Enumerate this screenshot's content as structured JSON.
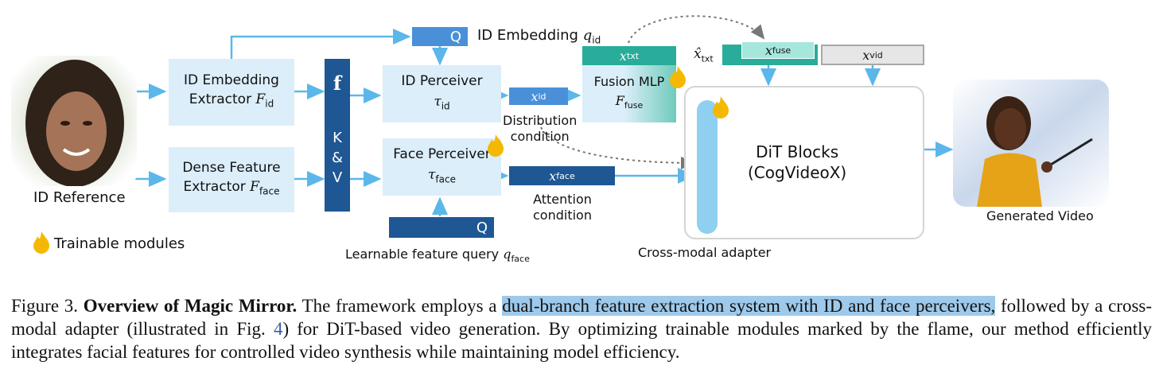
{
  "nodes": {
    "id_embedding_q": "Q",
    "id_embedding_label": "ID Embedding",
    "id_embedding_symbol": "q",
    "id_embedding_sub": "id",
    "id_extractor_line1": "ID Embedding",
    "id_extractor_line2": "Extractor",
    "id_extractor_symbol": "F",
    "id_extractor_sub": "id",
    "dense_line1": "Dense Feature",
    "dense_line2": "Extractor",
    "dense_symbol": "F",
    "dense_sub": "face",
    "f_label": "f",
    "kv_k": "K",
    "kv_amp": "&",
    "kv_v": "V",
    "id_perceiver_line1": "ID Perceiver",
    "id_perceiver_symbol": "τ",
    "id_perceiver_sub": "id",
    "face_perceiver_line1": "Face Perceiver",
    "face_perceiver_symbol": "τ",
    "face_perceiver_sub": "face",
    "xid_symbol": "x",
    "xid_sub": "id",
    "distribution_line1": "Distribution",
    "distribution_line2": "condition",
    "xface_symbol": "x",
    "xface_sub": "face",
    "attention_line1": "Attention",
    "attention_line2": "condition",
    "learnable_q": "Q",
    "learnable_label": "Learnable feature query",
    "learnable_symbol": "q",
    "learnable_sub": "face",
    "xtxt_symbol": "x",
    "xtxt_sub": "txt",
    "fusion_line1": "Fusion MLP",
    "fusion_symbol": "F",
    "fusion_sub": "fuse",
    "xhat_symbol": "x̂",
    "xhat_sub": "txt",
    "xfuse_symbol": "x",
    "xfuse_sub": "fuse",
    "xvid_symbol": "x",
    "xvid_sub": "vid",
    "dit_line1": "DiT Blocks",
    "dit_line2": "(CogVideoX)",
    "cross_modal_label": "Cross-modal adapter",
    "id_reference_label": "ID Reference",
    "generated_label": "Generated Video",
    "trainable_label": "Trainable modules"
  },
  "caption": {
    "fig": "Figure 3.",
    "title": "Overview of Magic Mirror.",
    "t1": "The framework employs a",
    "highlight": "dual-branch feature extraction system with ID and face perceivers,",
    "t2": "followed by a cross-modal adapter (illustrated in Fig.",
    "figref": "4",
    "t3": ") for DiT-based video generation. By optimizing trainable modules marked by the flame, our method efficiently integrates facial features for controlled video synthesis while maintaining model efficiency."
  },
  "colors": {
    "light_blue_box": "#dbeefa",
    "dark_navy": "#1e5793",
    "mid_blue": "#4a90d9",
    "arrow_blue": "#5bb7ea",
    "teal": "#2aac9a",
    "light_teal": "#a6e7dd",
    "gray": "#cfcfcf",
    "flame": "#f5b800",
    "highlight": "#9ec9ea"
  }
}
